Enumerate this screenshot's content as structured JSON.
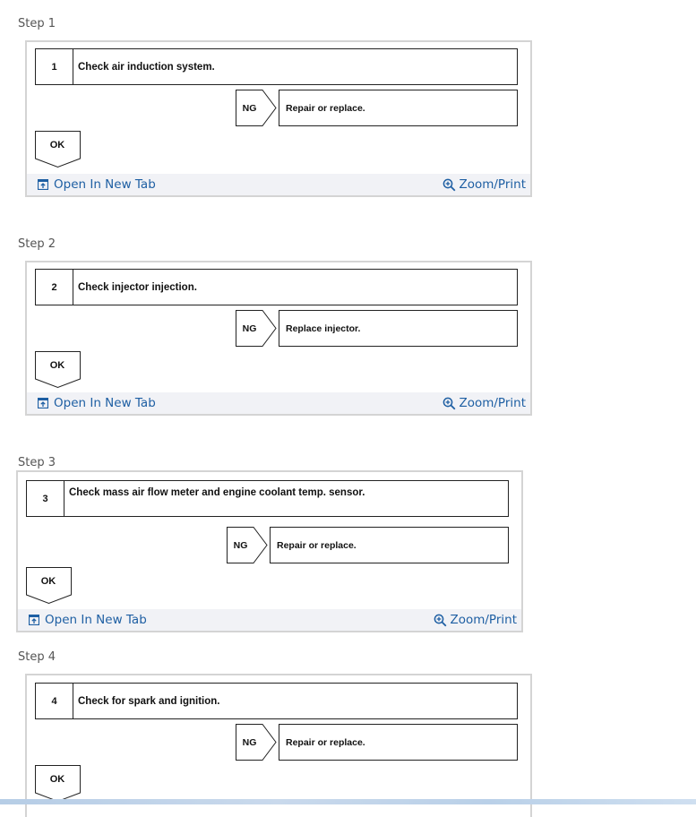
{
  "toolbar": {
    "open_label": "Open In New Tab",
    "zoom_label": "Zoom/Print"
  },
  "steps": [
    {
      "label": "Step 1",
      "number": "1",
      "check": "Check air induction system.",
      "ng": "NG",
      "result": "Repair or replace.",
      "ok": "OK"
    },
    {
      "label": "Step 2",
      "number": "2",
      "check": "Check injector injection.",
      "ng": "NG",
      "result": "Replace injector.",
      "ok": "OK"
    },
    {
      "label": "Step 3",
      "number": "3",
      "check": "Check mass air flow meter and engine coolant temp. sensor.",
      "ng": "NG",
      "result": "Repair or replace.",
      "ok": "OK"
    },
    {
      "label": "Step 4",
      "number": "4",
      "check": "Check for spark and ignition.",
      "ng": "NG",
      "result": "Repair or replace.",
      "ok": "OK"
    }
  ],
  "icons": {
    "open": "open-in-new-tab-icon",
    "zoom": "zoom-in-icon"
  },
  "colors": {
    "link": "#1e5fa3",
    "toolbar_bg": "#f1f2f6",
    "frame": "#d4d4d4"
  }
}
